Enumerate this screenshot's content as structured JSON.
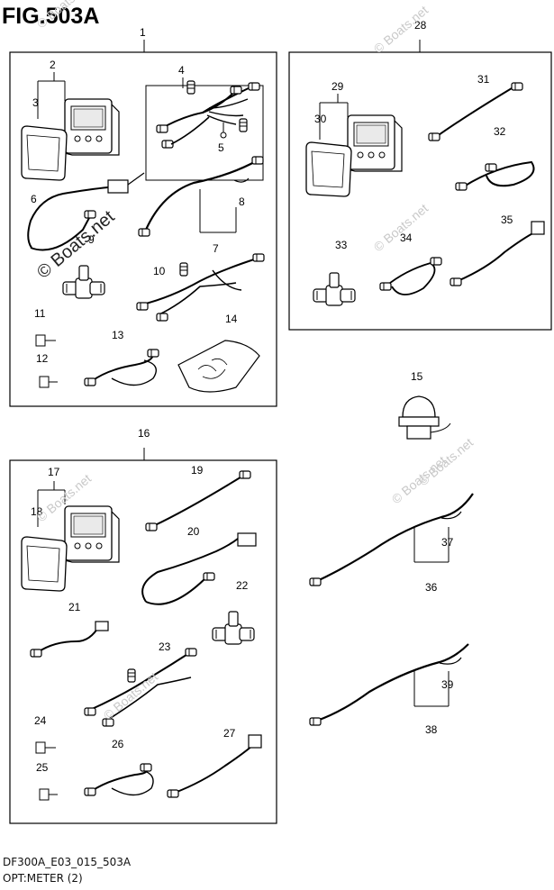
{
  "figure": {
    "title": "FIG.503A",
    "footer_code": "DF300A_E03_015_503A",
    "footer_caption": "OPT:METER (2)"
  },
  "callouts": {
    "c1": "1",
    "c2": "2",
    "c3": "3",
    "c4": "4",
    "c5": "5",
    "c6": "6",
    "c7": "7",
    "c8": "8",
    "c9": "9",
    "c10": "10",
    "c11": "11",
    "c12": "12",
    "c13": "13",
    "c14": "14",
    "c15": "15",
    "c16": "16",
    "c17": "17",
    "c18": "18",
    "c19": "19",
    "c20": "20",
    "c21": "21",
    "c22": "22",
    "c23": "23",
    "c24": "24",
    "c25": "25",
    "c26": "26",
    "c27": "27",
    "c28": "28",
    "c29": "29",
    "c30": "30",
    "c31": "31",
    "c32": "32",
    "c33": "33",
    "c34": "34",
    "c35": "35",
    "c36": "36",
    "c37": "37",
    "c38": "38",
    "c39": "39"
  },
  "watermark": {
    "text": "© Boats.net"
  }
}
